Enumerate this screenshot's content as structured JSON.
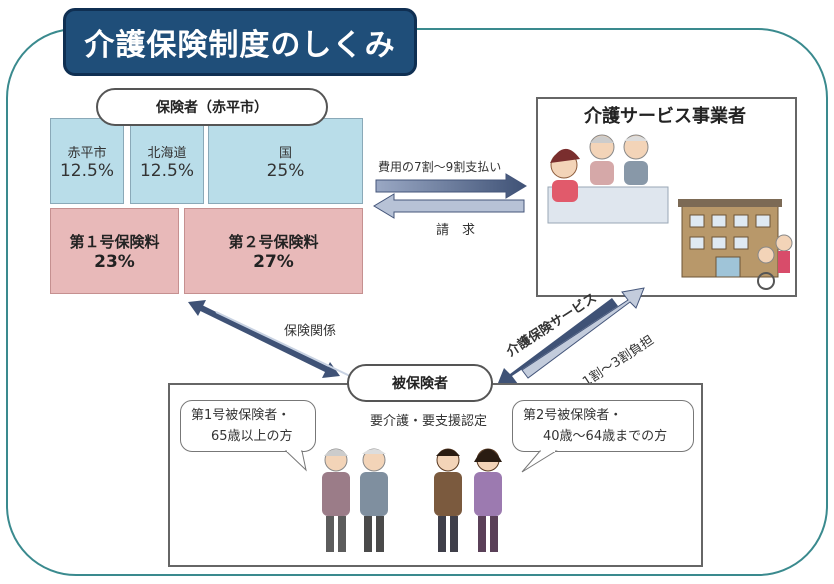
{
  "title": "介護保険制度のしくみ",
  "insurer": {
    "label": "保険者（赤平市）",
    "public_funds": [
      {
        "name": "赤平市",
        "percent": "12.5%"
      },
      {
        "name": "北海道",
        "percent": "12.5%"
      },
      {
        "name": "国",
        "percent": "25%"
      }
    ],
    "premiums": [
      {
        "name": "第１号保険料",
        "percent": "23%"
      },
      {
        "name": "第２号保険料",
        "percent": "27%"
      }
    ]
  },
  "provider": {
    "label": "介護サービス事業者"
  },
  "flows": {
    "payment": "費用の7割～9割支払い",
    "claim": "請　求",
    "insurance_relation": "保険関係",
    "service": "介護保険サービス",
    "copay": "1割～3割負担"
  },
  "insured": {
    "label": "被保険者",
    "certification": "要介護・要支援認定",
    "first_group": [
      "第1号被保険者・",
      "65歳以上の方"
    ],
    "second_group": [
      "第2号被保険者・",
      "40歳～64歳までの方"
    ]
  },
  "colors": {
    "title_bg": "#1f4e79",
    "frame": "#3a8a8e",
    "public_fund_bg": "#b9dde9",
    "premium_bg": "#e8b9b9",
    "arrow": "#5b6f8f"
  }
}
